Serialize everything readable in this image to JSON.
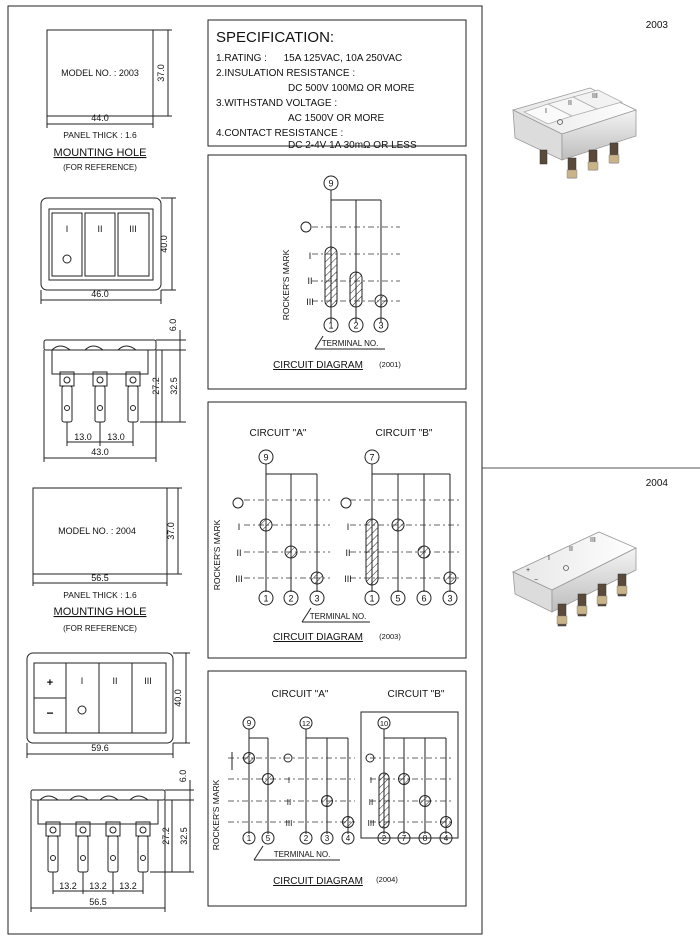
{
  "model_2003": {
    "code": "2003",
    "mounting_hole": {
      "model_label": "MODEL NO. : 2003",
      "width": "44.0",
      "height": "37.0",
      "panel_thick": "PANEL THICK : 1.6",
      "title": "MOUNTING HOLE",
      "subtitle": "(FOR REFERENCE)"
    },
    "front_view": {
      "marks": [
        "I",
        "II",
        "III"
      ],
      "width": "46.0",
      "height": "40.0"
    },
    "side_view": {
      "dim_top": "6.0",
      "dim_27": "27.2",
      "dim_32": "32.5",
      "pitch_1": "13.0",
      "pitch_2": "13.0",
      "total": "43.0"
    },
    "specification": {
      "title": "SPECIFICATION:",
      "lines": [
        "1.RATING :      15A 125VAC, 10A 250VAC",
        "2.INSULATION RESISTANCE :",
        "DC 500V 100MΩ OR MORE",
        "3.WITHSTAND VOLTAGE :",
        "AC 1500V OR MORE",
        "4.CONTACT RESISTANCE :",
        "DC 2-4V 1A 30mΩ OR LESS"
      ]
    },
    "circuit_2001": {
      "rocker_mark": "ROCKER'S MARK",
      "top_terminal": "9",
      "rows": [
        "I",
        "II",
        "III"
      ],
      "terminals": [
        "1",
        "2",
        "3"
      ],
      "terminal_label": "TERMINAL NO.",
      "title": "CIRCUIT DIAGRAM",
      "code": "(2001)"
    },
    "circuit_2003": {
      "circuit_a": "CIRCUIT \"A\"",
      "circuit_b": "CIRCUIT \"B\"",
      "rocker_mark": "ROCKER'S MARK",
      "top_a": "9",
      "top_b": "7",
      "rows": [
        "I",
        "II",
        "III"
      ],
      "terminals_a": [
        "1",
        "2",
        "3"
      ],
      "terminals_b": [
        "1",
        "5",
        "6",
        "3"
      ],
      "terminal_label": "TERMINAL NO.",
      "title": "CIRCUIT DIAGRAM",
      "code": "(2003)"
    }
  },
  "model_2004": {
    "code": "2004",
    "mounting_hole": {
      "model_label": "MODEL NO. : 2004",
      "width": "56.5",
      "height": "37.0",
      "panel_thick": "PANEL THICK : 1.6",
      "title": "MOUNTING HOLE",
      "subtitle": "(FOR REFERENCE)"
    },
    "front_view": {
      "marks": [
        "+",
        "I",
        "II",
        "III"
      ],
      "minus": "−",
      "width": "59.6",
      "height": "40.0"
    },
    "side_view": {
      "dim_top": "6.0",
      "dim_27": "27.2",
      "dim_32": "32.5",
      "pitch_1": "13.2",
      "pitch_2": "13.2",
      "pitch_3": "13.2",
      "total": "56.5"
    },
    "circuit_2004": {
      "circuit_a": "CIRCUIT \"A\"",
      "circuit_b": "CIRCUIT \"B\"",
      "rocker_mark": "ROCKER'S MARK",
      "top_a1": "9",
      "top_a2": "12",
      "top_b": "10",
      "rows": [
        "I",
        "II",
        "III"
      ],
      "terminals_a1": [
        "1",
        "5"
      ],
      "terminals_a2": [
        "2",
        "3",
        "4"
      ],
      "terminals_b": [
        "2",
        "7",
        "8",
        "4"
      ],
      "terminal_label": "TERMINAL NO.",
      "title": "CIRCUIT DIAGRAM",
      "code": "(2004)"
    }
  }
}
